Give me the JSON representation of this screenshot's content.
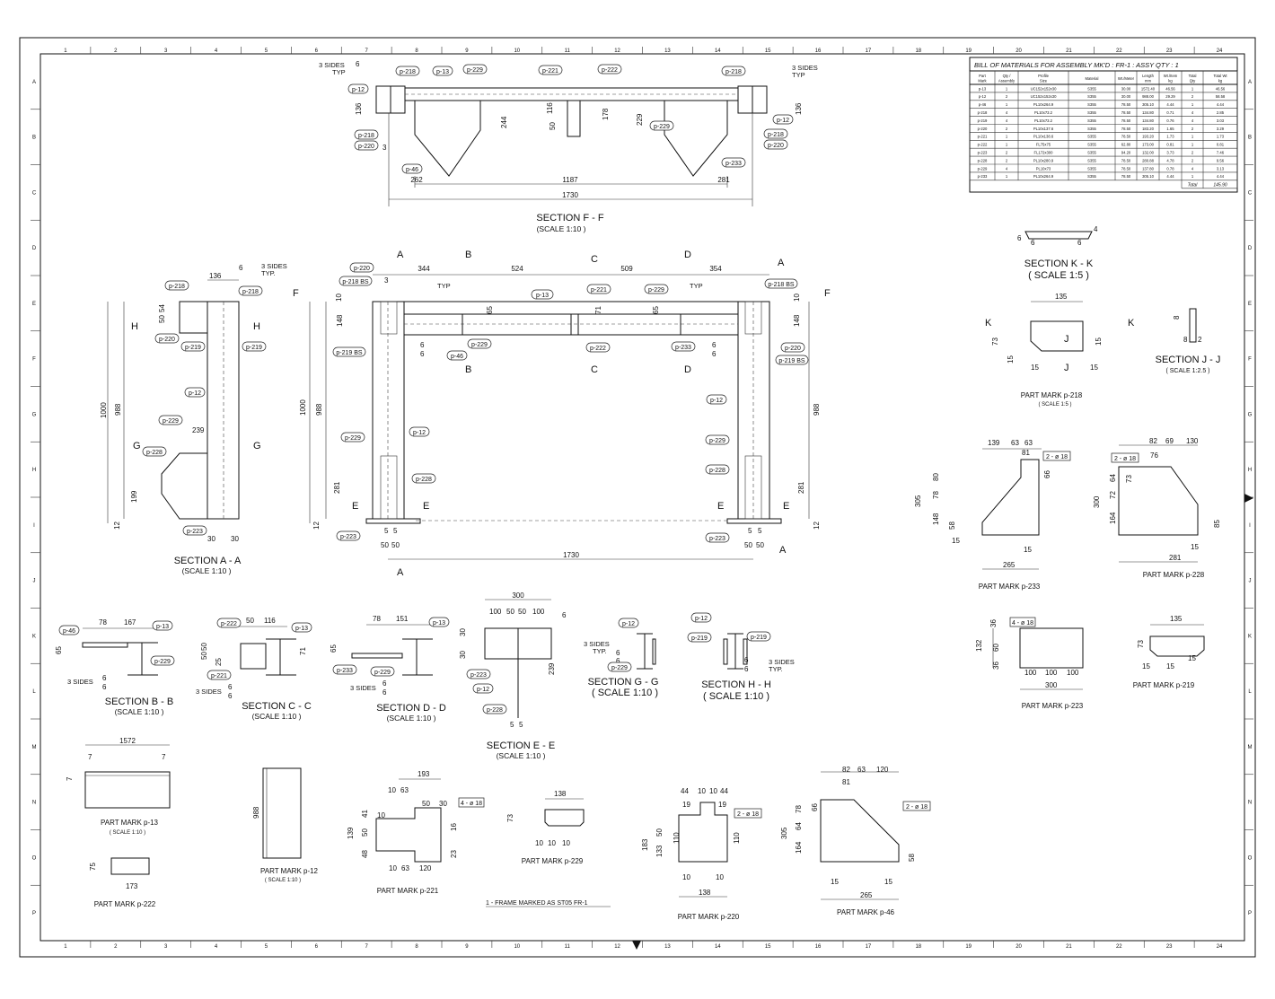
{
  "grid": {
    "cols": [
      "1",
      "2",
      "3",
      "4",
      "5",
      "6",
      "7",
      "8",
      "9",
      "10",
      "11",
      "12",
      "13",
      "14",
      "15",
      "16",
      "17",
      "18",
      "19",
      "20",
      "21",
      "22",
      "23",
      "24"
    ],
    "rows": [
      "A",
      "B",
      "C",
      "D",
      "E",
      "F",
      "G",
      "H",
      "I",
      "J",
      "K",
      "L",
      "M",
      "N",
      "O",
      "P"
    ]
  },
  "bom": {
    "title": "BILL OF MATERIALS FOR ASSEMBLY MK'D  : FR-1    :   ASSY QTY : 1",
    "headers": [
      "Part Mark",
      "Qty / Assembly",
      "Profile Size",
      "Material",
      "Wt./Meter",
      "Length mm",
      "Wt./Item kg",
      "Total Qty",
      "Total Wt kg"
    ],
    "rows": [
      [
        "p-13",
        "1",
        "UC152x152x30",
        "S355",
        "30.00",
        "1572.40",
        "46.56",
        "1",
        "46.56"
      ],
      [
        "p-12",
        "2",
        "UC152x152x30",
        "S355",
        "30.00",
        "988.00",
        "29.29",
        "2",
        "58.58"
      ],
      [
        "p-46",
        "1",
        "PL10x264.9",
        "S355",
        "78.50",
        "305.10",
        "4.44",
        "1",
        "4.44"
      ],
      [
        "p-218",
        "4",
        "PL10x73.2",
        "S355",
        "78.50",
        "134.80",
        "0.71",
        "4",
        "2.85"
      ],
      [
        "p-219",
        "4",
        "PL10x73.2",
        "S355",
        "78.50",
        "134.80",
        "0.76",
        "4",
        "3.03"
      ],
      [
        "p-220",
        "2",
        "PL10x137.6",
        "S355",
        "78.50",
        "183.20",
        "1.65",
        "2",
        "3.29"
      ],
      [
        "p-221",
        "1",
        "PL10x138.6",
        "S355",
        "78.50",
        "193.20",
        "1.73",
        "1",
        "1.73"
      ],
      [
        "p-222",
        "1",
        "FL75x75",
        "S355",
        "62.80",
        "173.00",
        "0.81",
        "1",
        "0.81"
      ],
      [
        "p-223",
        "2",
        "FL172x300",
        "S355",
        "94.20",
        "132.00",
        "3.73",
        "2",
        "7.46"
      ],
      [
        "p-228",
        "2",
        "PL10x280.9",
        "S355",
        "78.50",
        "280.88",
        "4.78",
        "2",
        "9.56"
      ],
      [
        "p-229",
        "4",
        "PL10x73",
        "S355",
        "78.50",
        "137.80",
        "0.78",
        "4",
        "3.13"
      ],
      [
        "p-233",
        "1",
        "PL10x264.9",
        "S355",
        "78.50",
        "305.10",
        "4.44",
        "1",
        "4.44"
      ]
    ],
    "total_label": "Total",
    "total_value": "145.90"
  },
  "sections": {
    "ff": {
      "title": "SECTION F - F",
      "scale": "(SCALE 1:10 )"
    },
    "aa": {
      "title": "SECTION A - A",
      "scale": "(SCALE 1:10 )"
    },
    "bb": {
      "title": "SECTION B - B",
      "scale": "(SCALE 1:10 )"
    },
    "cc": {
      "title": "SECTION C - C",
      "scale": "(SCALE 1:10 )"
    },
    "dd": {
      "title": "SECTION D - D",
      "scale": "(SCALE 1:10 )"
    },
    "ee": {
      "title": "SECTION E - E",
      "scale": "(SCALE 1:10 )"
    },
    "gg": {
      "title": "SECTION  G - G",
      "scale": "( SCALE 1:10 )"
    },
    "hh": {
      "title": "SECTION  H - H",
      "scale": "( SCALE 1:10 )"
    },
    "kk": {
      "title": "SECTION  K - K",
      "scale": "( SCALE 1:5 )"
    },
    "jj": {
      "title": "SECTION  J - J",
      "scale": "( SCALE 1:2.5 )"
    }
  },
  "part_marks": {
    "p218": {
      "label": "PART MARK   p-218",
      "scale": "( SCALE 1:5 )"
    },
    "p233": {
      "label": "PART MARK   p-233"
    },
    "p228": {
      "label": "PART MARK   p-228"
    },
    "p223": {
      "label": "PART MARK   p-223"
    },
    "p219": {
      "label": "PART MARK   p-219"
    },
    "p13": {
      "label": "PART MARK   p-13",
      "scale": "( SCALE 1:10 )"
    },
    "p12": {
      "label": "PART MARK   p-12",
      "scale": "( SCALE 1:10 )"
    },
    "p222": {
      "label": "PART MARK   p-222"
    },
    "p221": {
      "label": "PART MARK   p-221"
    },
    "p229": {
      "label": "PART MARK   p-229"
    },
    "p220": {
      "label": "PART MARK   p-220"
    },
    "p46": {
      "label": "PART MARK   p-46"
    }
  },
  "note": "1     - FRAME          MARKED AS  ST05 FR-1",
  "labels": {
    "p12": "p-12",
    "p13": "p-13",
    "p46": "p-46",
    "p218": "p-218",
    "p218bs": "p-218 BS",
    "p219": "p-219",
    "p219bs": "p-219 BS",
    "p220": "p-220",
    "p221": "p-221",
    "p222": "p-222",
    "p223": "p-223",
    "p228": "p-228",
    "p229": "p-229",
    "p233": "p-233",
    "typ": "TYP",
    "sides3": "3 SIDES",
    "sides3typ_a": "3 SIDES",
    "sides3typ_b": "TYP.",
    "sides3typ_c": "TYP",
    "two18": "2 - ø 18",
    "four18": "4 - ø 18"
  },
  "cut_marks": {
    "A": "A",
    "B": "B",
    "C": "C",
    "D": "D",
    "E": "E",
    "F": "F",
    "G": "G",
    "H": "H",
    "J": "J",
    "K": "K"
  },
  "dims": {
    "ff": {
      "overall": "1730",
      "inner": "1187",
      "left": "262",
      "right": "281",
      "h136l": "136",
      "h136r": "136",
      "h244": "244",
      "h116": "116",
      "h178": "178",
      "h50": "50",
      "h229": "229",
      "w6a": "6",
      "w3a": "3"
    },
    "main": {
      "top1": "344",
      "top2": "524",
      "top3": "509",
      "top4": "354",
      "h1000": "1000",
      "h988l": "988",
      "h988r": "988",
      "h148l": "148",
      "h148r": "148",
      "h10l": "10",
      "h10r": "10",
      "h281l": "281",
      "h281r": "281",
      "h12l": "12",
      "h12r": "12",
      "b5": "5",
      "b50": "50",
      "overall": "1730",
      "h65a": "65",
      "h65b": "65",
      "h71": "71",
      "w3": "3"
    },
    "aa": {
      "w136": "136",
      "h1000": "1000",
      "h988": "988",
      "h199": "199",
      "h12": "12",
      "w239": "239",
      "w30a": "30",
      "w30b": "30",
      "v50": "50",
      "v54": "54"
    },
    "bb": {
      "w78": "78",
      "w167": "167",
      "h65": "65"
    },
    "cc": {
      "w50": "50",
      "w116": "116",
      "h50": "50",
      "h25": "25",
      "h71": "71",
      "v50": "50"
    },
    "dd": {
      "w78": "78",
      "w151": "151",
      "h65": "65"
    },
    "ee": {
      "w300": "300",
      "w100a": "100",
      "w50a": "50",
      "w50b": "50",
      "w100b": "100",
      "h30a": "30",
      "h30b": "30",
      "h239": "239",
      "w5a": "5",
      "w5b": "5"
    },
    "kk": {
      "w6a": "6",
      "w6b": "6",
      "h4": "4",
      "h6": "6"
    },
    "p218": {
      "w135": "135",
      "h73": "73",
      "h15": "15",
      "w15a": "15",
      "w15b": "15",
      "w15c": "15"
    },
    "jj": {
      "h8": "8",
      "w8": "8",
      "w2": "2"
    },
    "p233": {
      "w139": "139",
      "w63a": "63",
      "w63b": "63",
      "h81": "81",
      "h305": "305",
      "h80": "80",
      "h78": "78",
      "h148": "148",
      "h58": "58",
      "h15a": "15",
      "h15b": "15",
      "w265": "265",
      "w66": "66"
    },
    "p228": {
      "w82": "82",
      "w69": "69",
      "w130": "130",
      "w76": "76",
      "h300": "300",
      "h64": "64",
      "h72": "72",
      "h73": "73",
      "h164": "164",
      "h85": "85",
      "h15": "15",
      "w281": "281"
    },
    "p223": {
      "w300": "300",
      "w100a": "100",
      "w100b": "100",
      "w100c": "100",
      "h132": "132",
      "h36a": "36",
      "h60": "60",
      "h36b": "36"
    },
    "p219": {
      "w135": "135",
      "h73": "73",
      "w15a": "15",
      "w15b": "15",
      "w15c": "15"
    },
    "p13": {
      "w1572": "1572",
      "w7a": "7",
      "w7b": "7",
      "h7": "7"
    },
    "p12": {
      "h988": "988"
    },
    "p222": {
      "h75": "75",
      "w173": "173"
    },
    "p221": {
      "w193": "193",
      "w10a": "10",
      "w63a": "63",
      "w50": "50",
      "w30": "30",
      "h41": "41",
      "h10": "10",
      "h139": "139",
      "h50": "50",
      "h48": "48",
      "h16": "16",
      "h23": "23",
      "w10b": "10",
      "w63b": "63",
      "w120": "120"
    },
    "p229": {
      "w138": "138",
      "h73": "73",
      "w10a": "10",
      "w10b": "10",
      "w10c": "10"
    },
    "p220": {
      "w44a": "44",
      "w10": "10",
      "w50": "50",
      "w10b": "10",
      "w44b": "44",
      "h19a": "19",
      "h19b": "19",
      "h183": "183",
      "h133": "133",
      "h50": "50",
      "h110a": "110",
      "h110b": "110",
      "w10c": "10",
      "w10d": "10",
      "w138": "138"
    },
    "p46": {
      "w82": "82",
      "w63": "63",
      "w120": "120",
      "w81": "81",
      "h305": "305",
      "h66": "66",
      "h78": "78",
      "h64": "64",
      "h164": "164",
      "h58": "58",
      "h15a": "15",
      "h15b": "15",
      "w265": "265"
    }
  }
}
